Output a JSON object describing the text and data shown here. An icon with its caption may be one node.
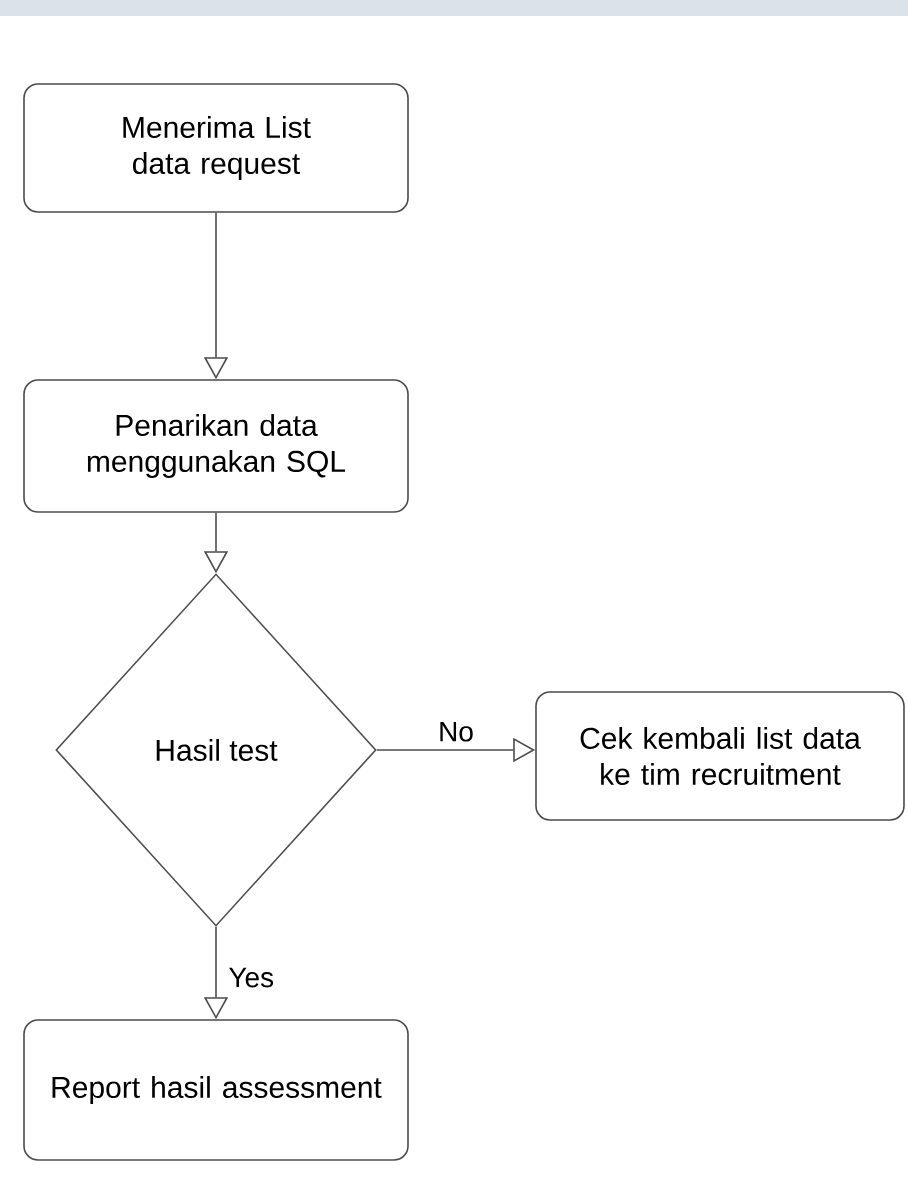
{
  "diagram": {
    "nodes": [
      {
        "text": [
          "Menerima List data request"
        ]
      },
      {
        "text": [
          "Penarikan data menggunakan SQL"
        ]
      },
      {
        "text": [
          "Hasil test"
        ]
      },
      {
        "text": [
          "Cek kembali list data ke tim recruitment"
        ]
      },
      {
        "text": [
          "Report hasil assessment"
        ]
      }
    ],
    "edges": [
      {
        "from": 0,
        "to": 1,
        "arrow": "to"
      },
      {
        "from": 1,
        "to": 2,
        "arrow": "to"
      },
      {
        "from": 2,
        "to": 3,
        "arrow": "to",
        "label": "No"
      },
      {
        "from": 2,
        "to": 4,
        "arrow": "to",
        "label": "Yes"
      }
    ]
  }
}
